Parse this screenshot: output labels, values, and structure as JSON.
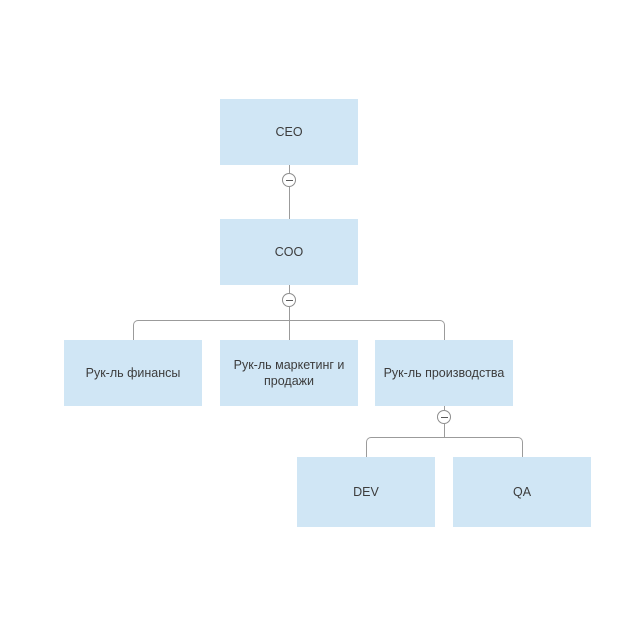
{
  "chart": {
    "title": "",
    "background_color": "#ffffff",
    "node_fill_color": "#d0e6f5",
    "node_text_color": "#3c3c3c",
    "connector_color": "#9b9b9b",
    "collapse_icon_label": "collapse",
    "nodes": [
      {
        "id": "ceo",
        "label": "CEO"
      },
      {
        "id": "coo",
        "label": "COO"
      },
      {
        "id": "finance",
        "label": "Рук-ль финансы"
      },
      {
        "id": "marketing",
        "label": "Рук-ль маркетинг и продажи"
      },
      {
        "id": "production",
        "label": "Рук-ль производства"
      },
      {
        "id": "dev",
        "label": "DEV"
      },
      {
        "id": "qa",
        "label": "QA"
      }
    ]
  }
}
